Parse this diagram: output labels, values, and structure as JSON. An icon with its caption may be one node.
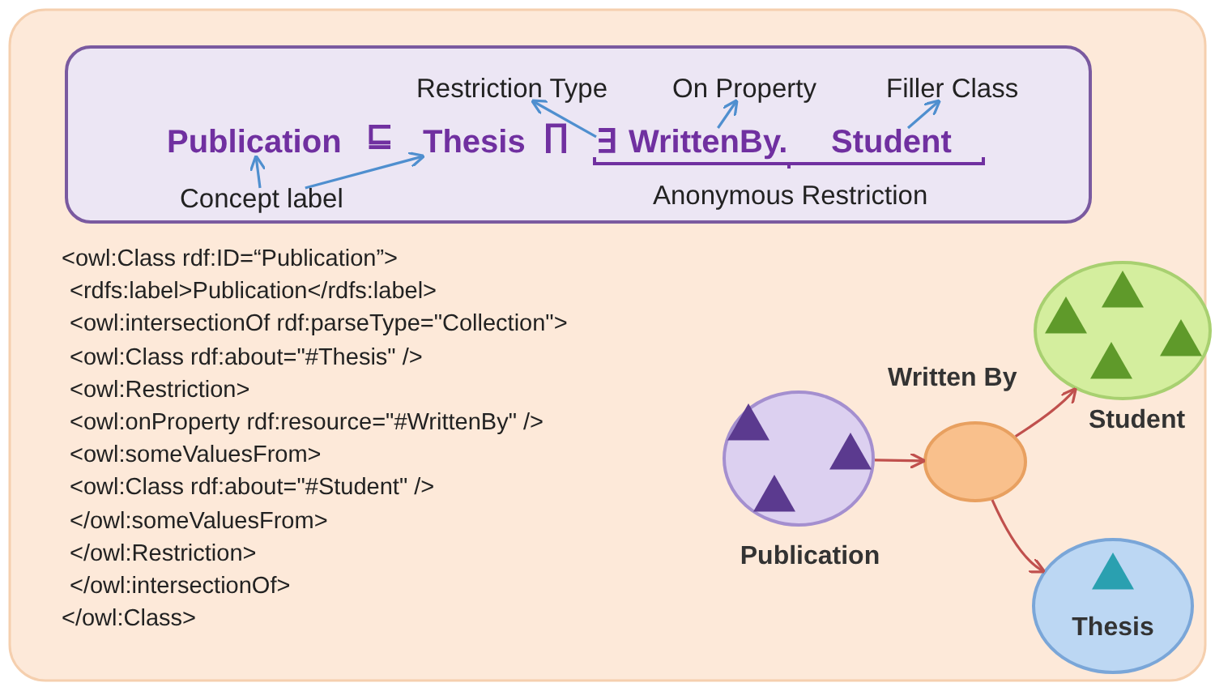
{
  "diagram": {
    "nodes": [
      {
        "text": [],
        "shape": "box"
      },
      {
        "text": [
          "Restriction Type"
        ],
        "in": 0
      },
      {
        "text": [
          "On Property"
        ],
        "in": 0
      },
      {
        "text": [
          "Filler Class"
        ],
        "in": 0
      },
      {
        "text": [
          "Publication"
        ],
        "in": 0
      },
      {
        "text": [
          "Thesis"
        ],
        "in": 0
      },
      {
        "text": [
          "∃"
        ],
        "in": 0
      },
      {
        "text": [
          "WrittenBy."
        ],
        "in": 0
      },
      {
        "text": [
          "Student"
        ],
        "in": 0
      },
      {
        "text": [
          "Concept label"
        ],
        "in": 0
      },
      {
        "text": [
          "Publication"
        ]
      },
      {
        "text": [
          "Written By"
        ]
      },
      {
        "text": [
          "Student"
        ]
      },
      {
        "text": [
          "Thesis"
        ]
      }
    ],
    "edges": [
      {
        "from": 9,
        "to": 4,
        "arrow": "to"
      },
      {
        "from": 9,
        "to": 5,
        "arrow": "to"
      },
      {
        "from": 6,
        "to": 1,
        "arrow": "to"
      },
      {
        "from": 7,
        "to": 2,
        "arrow": "to"
      },
      {
        "from": 8,
        "to": 3,
        "arrow": "to"
      },
      {
        "from": 10,
        "to": 11,
        "arrow": "to",
        "color": "#c0504d"
      },
      {
        "from": 11,
        "to": 12,
        "arrow": "to",
        "color": "#c0504d"
      },
      {
        "from": 11,
        "to": 13,
        "arrow": "to",
        "color": "#c0504d"
      }
    ],
    "labels": [
      "⊑",
      "∏",
      "Anonymous Restriction",
      "<owl:Class rdf:ID=“Publication”>",
      "<rdfs:label>Publication</rdfs:label>",
      "<owl:intersectionOf rdf:parseType=\"Collection\">",
      "<owl:Class rdf:about=\"#Thesis\" />",
      "<owl:Restriction>",
      "<owl:onProperty rdf:resource=\"#WrittenBy\" />",
      "<owl:someValuesFrom>",
      "<owl:Class rdf:about=\"#Student\" />",
      "</owl:someValuesFrom>",
      "</owl:Restriction>",
      "</owl:intersectionOf>",
      "</owl:Class>"
    ]
  }
}
